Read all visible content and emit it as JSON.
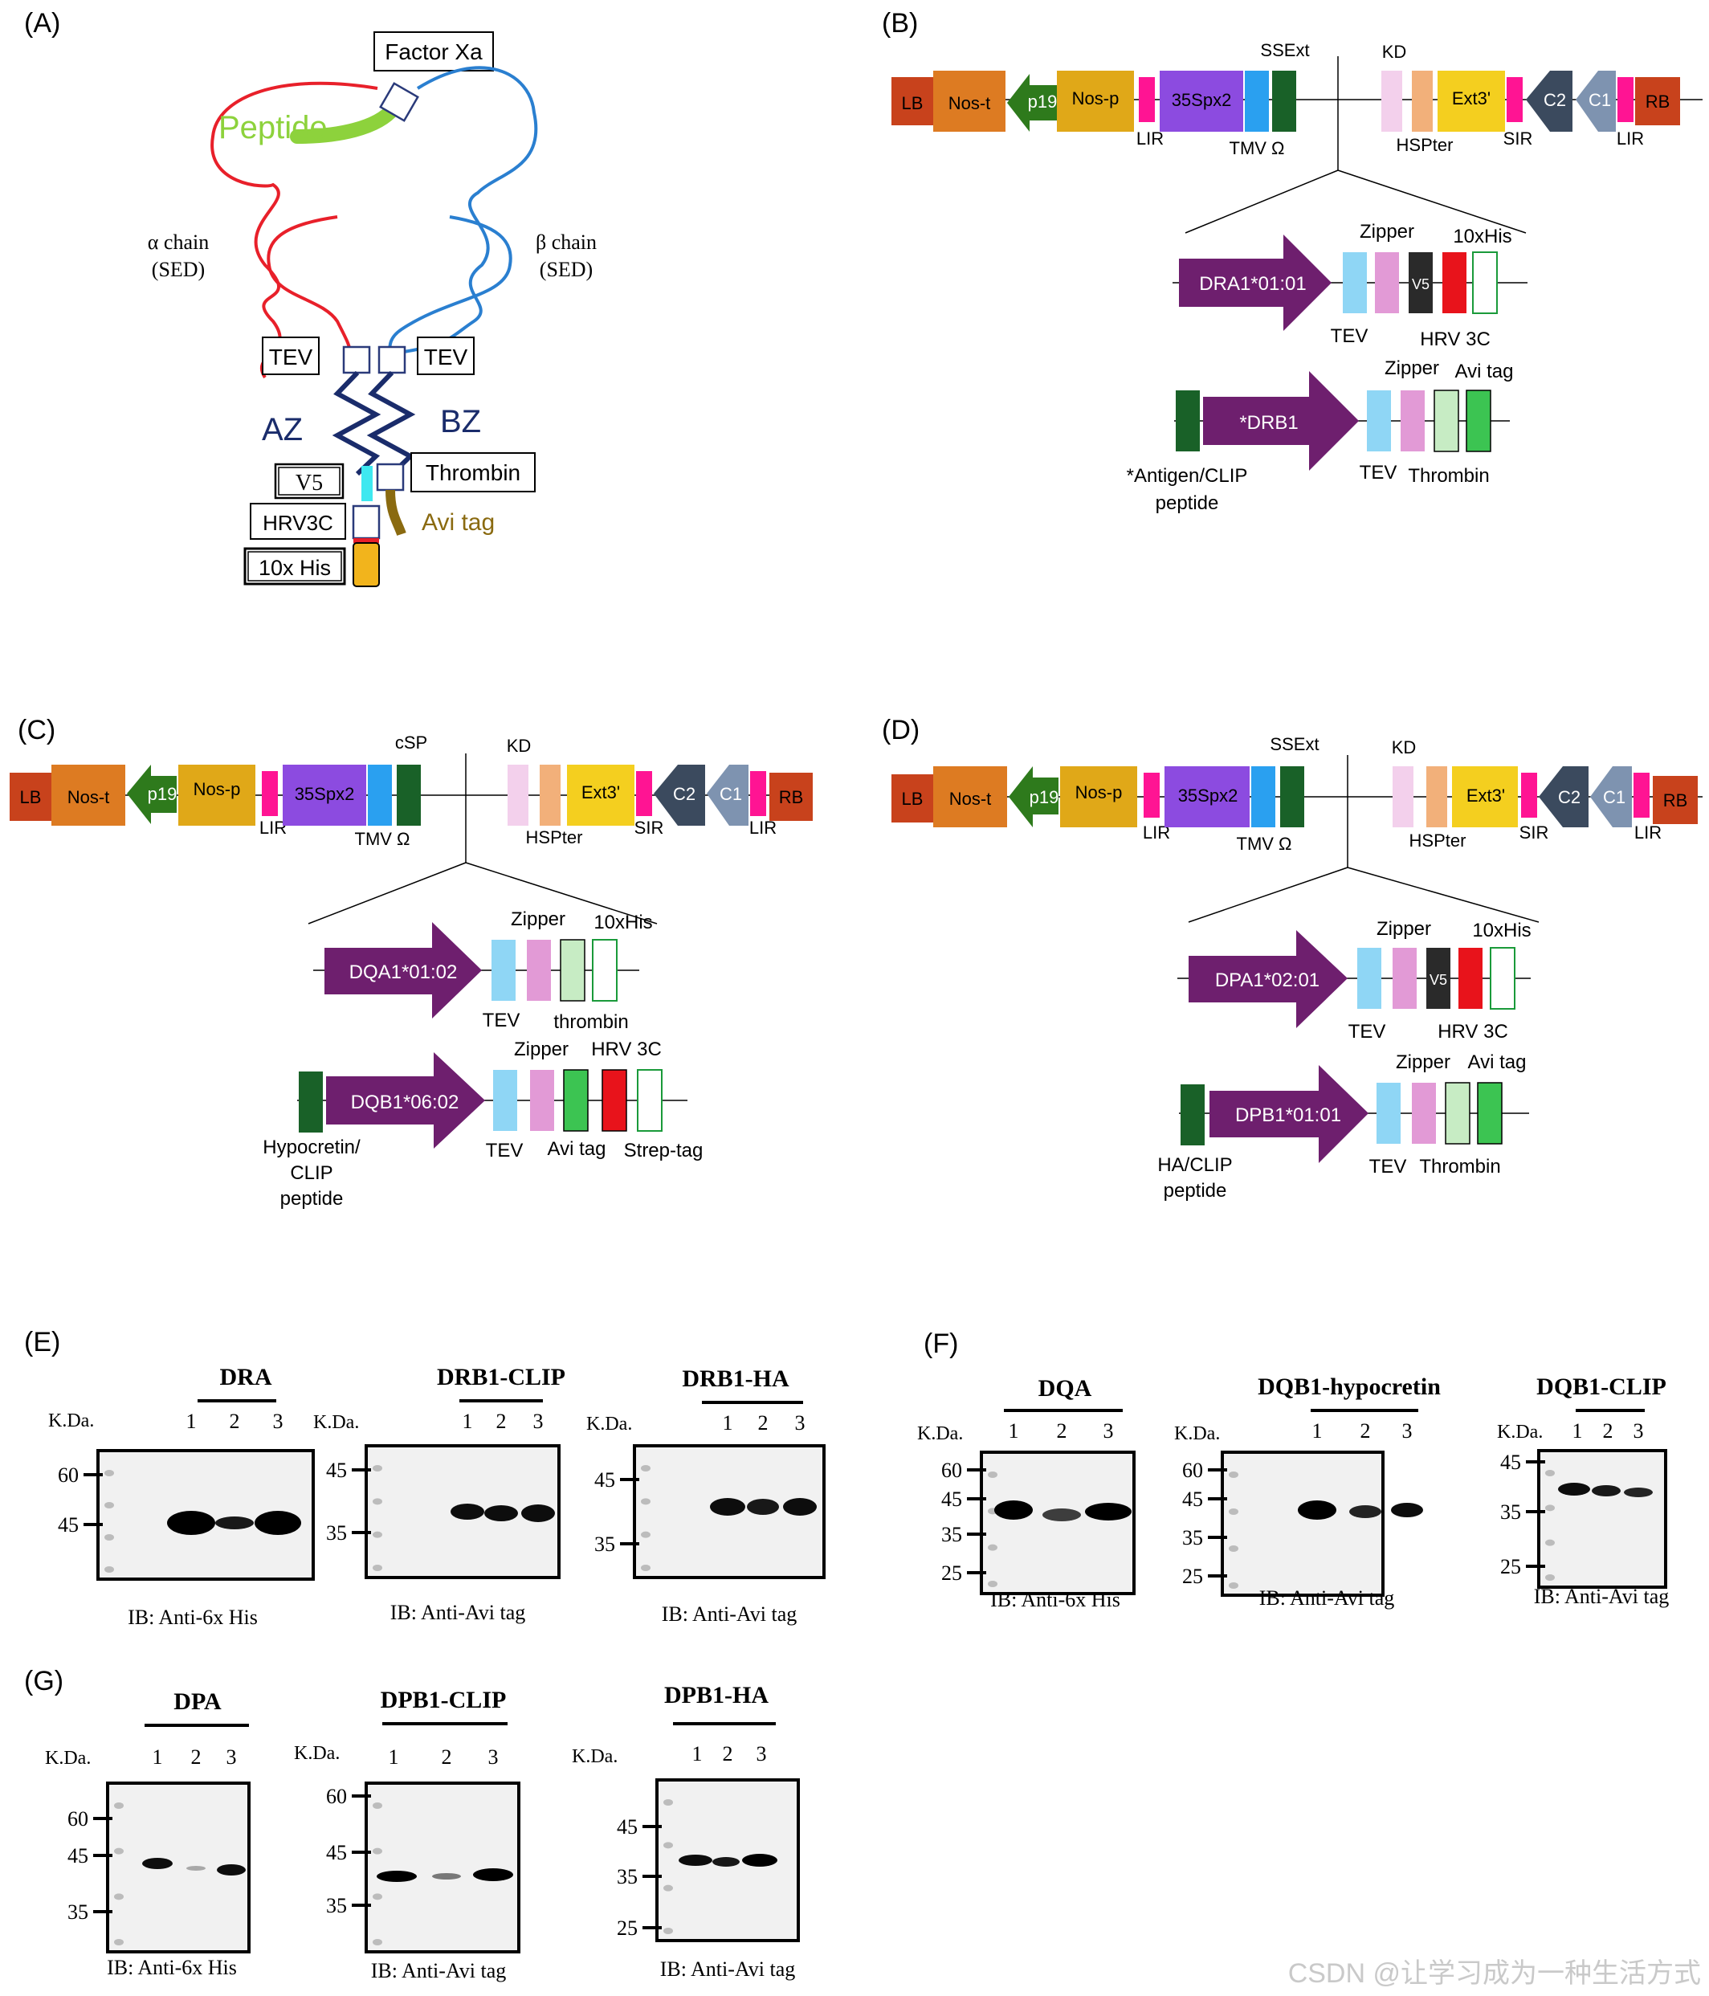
{
  "panels": {
    "A": {
      "letter": "(A)",
      "factor_xa": "Factor Xa",
      "peptide": "Peptide",
      "alpha_chain": "α chain",
      "alpha_sed": "(SED)",
      "beta_chain": "β chain",
      "beta_sed": "(SED)",
      "tev_left": "TEV",
      "tev_right": "TEV",
      "az": "AZ",
      "bz": "BZ",
      "v5": "V5",
      "thrombin": "Thrombin",
      "hrv3c": "HRV3C",
      "avi_tag": "Avi tag",
      "his10": "10x His"
    },
    "B": {
      "letter": "(B)",
      "vector": {
        "lb": "LB",
        "nos_t": "Nos-t",
        "p19": "p19",
        "nos_p": "Nos-p",
        "lir1": "LIR",
        "spx2": "35Spx2",
        "ssext": "SSExt",
        "tmv": "TMV Ω",
        "kd": "KD",
        "hspter": "HSPter",
        "ext3": "Ext3'",
        "sir": "SIR",
        "c2": "C2",
        "c1": "C1",
        "lir2": "LIR",
        "rb": "RB"
      },
      "alpha": {
        "name": "DRA1*01:01",
        "zipper": "Zipper",
        "his": "10xHis",
        "v5": "V5",
        "tev": "TEV",
        "hrv": "HRV 3C"
      },
      "beta": {
        "name": "*DRB1",
        "zipper": "Zipper",
        "avi": "Avi tag",
        "peptide1": "*Antigen/CLIP",
        "peptide2": "peptide",
        "tev": "TEV",
        "thrombin": "Thrombin"
      }
    },
    "C": {
      "letter": "(C)",
      "vector": {
        "lb": "LB",
        "nos_t": "Nos-t",
        "p19": "p19",
        "nos_p": "Nos-p",
        "lir1": "LIR",
        "spx2": "35Spx2",
        "csp": "cSP",
        "tmv": "TMV Ω",
        "kd": "KD",
        "hspter": "HSPter",
        "ext3": "Ext3'",
        "sir": "SIR",
        "c2": "C2",
        "c1": "C1",
        "lir2": "LIR",
        "rb": "RB"
      },
      "alpha": {
        "name": "DQA1*01:02",
        "zipper": "Zipper",
        "his": "10xHis",
        "tev": "TEV",
        "thrombin": "thrombin"
      },
      "beta": {
        "name": "DQB1*06:02",
        "zipper": "Zipper",
        "hrv": "HRV 3C",
        "peptide1": "Hypocretin/",
        "peptide2": "CLIP",
        "peptide3": "peptide",
        "tev": "TEV",
        "avi": "Avi tag",
        "strep": "Strep-tag"
      }
    },
    "D": {
      "letter": "(D)",
      "vector": {
        "lb": "LB",
        "nos_t": "Nos-t",
        "p19": "p19",
        "nos_p": "Nos-p",
        "lir1": "LIR",
        "spx2": "35Spx2",
        "ssext": "SSExt",
        "tmv": "TMV Ω",
        "kd": "KD",
        "hspter": "HSPter",
        "ext3": "Ext3'",
        "sir": "SIR",
        "c2": "C2",
        "c1": "C1",
        "lir2": "LIR",
        "rb": "RB"
      },
      "alpha": {
        "name": "DPA1*02:01",
        "zipper": "Zipper",
        "his": "10xHis",
        "v5": "V5",
        "tev": "TEV",
        "hrv": "HRV 3C"
      },
      "beta": {
        "name": "DPB1*01:01",
        "zipper": "Zipper",
        "avi": "Avi tag",
        "peptide1": "HA/CLIP",
        "peptide2": "peptide",
        "tev": "TEV",
        "thrombin": "Thrombin"
      }
    },
    "E": {
      "letter": "(E)",
      "blots": [
        {
          "title": "DRA",
          "kda": "K.Da.",
          "lanes": [
            "1",
            "2",
            "3"
          ],
          "markers": [
            "60",
            "45"
          ],
          "ib": "IB: Anti-6x His"
        },
        {
          "title": "DRB1-CLIP",
          "kda": "K.Da.",
          "lanes": [
            "1",
            "2",
            "3"
          ],
          "markers": [
            "45",
            "35"
          ],
          "ib": "IB: Anti-Avi tag"
        },
        {
          "title": "DRB1-HA",
          "kda": "K.Da.",
          "lanes": [
            "1",
            "2",
            "3"
          ],
          "markers": [
            "45",
            "35"
          ],
          "ib": "IB: Anti-Avi tag"
        }
      ]
    },
    "F": {
      "letter": "(F)",
      "blots": [
        {
          "title": "DQA",
          "kda": "K.Da.",
          "lanes": [
            "1",
            "2",
            "3"
          ],
          "markers": [
            "60",
            "45",
            "35",
            "25"
          ],
          "ib": "IB: Anti-6x His"
        },
        {
          "title": "DQB1-hypocretin",
          "kda": "K.Da.",
          "lanes": [
            "1",
            "2",
            "3"
          ],
          "markers": [
            "60",
            "45",
            "35",
            "25"
          ],
          "ib": "IB: Anti-Avi tag"
        },
        {
          "title": "DQB1-CLIP",
          "kda": "K.Da.",
          "lanes": [
            "1",
            "2",
            "3"
          ],
          "markers": [
            "45",
            "35",
            "25"
          ],
          "ib": "IB: Anti-Avi tag"
        }
      ]
    },
    "G": {
      "letter": "(G)",
      "blots": [
        {
          "title": "DPA",
          "kda": "K.Da.",
          "lanes": [
            "1",
            "2",
            "3"
          ],
          "markers": [
            "60",
            "45",
            "35"
          ],
          "ib": "IB: Anti-6x His"
        },
        {
          "title": "DPB1-CLIP",
          "kda": "K.Da.",
          "lanes": [
            "1",
            "2",
            "3"
          ],
          "markers": [
            "60",
            "45",
            "35"
          ],
          "ib": "IB: Anti-Avi tag"
        },
        {
          "title": "DPB1-HA",
          "kda": "K.Da.",
          "lanes": [
            "1",
            "2",
            "3"
          ],
          "markers": [
            "45",
            "35",
            "25"
          ],
          "ib": "IB: Anti-Avi tag"
        }
      ]
    }
  },
  "watermark": "CSDN @让学习成为一种生活方式",
  "colors": {
    "purple": "#6e1f6e",
    "lb": "#c8421c",
    "nos": "#dd7b22",
    "p19": "#2e7a1c",
    "nosp": "#e0a818",
    "lir": "#ff1493",
    "spx2": "#8c4be0",
    "tmv": "#2aa0f0",
    "darkgreen": "#196128",
    "kd": "#f3d0ec",
    "hspter": "#f2b07a",
    "ext3": "#f4cf1f",
    "c2": "#3b4a5e",
    "c1": "#7e93b0",
    "tevbox": "#8fd6f5",
    "zipperbox": "#e29ad6",
    "v5box": "#2a2a2a",
    "hrvbox": "#e8131b",
    "avibox": "#3cc452",
    "thrombinbox": "#c7ecc4"
  }
}
